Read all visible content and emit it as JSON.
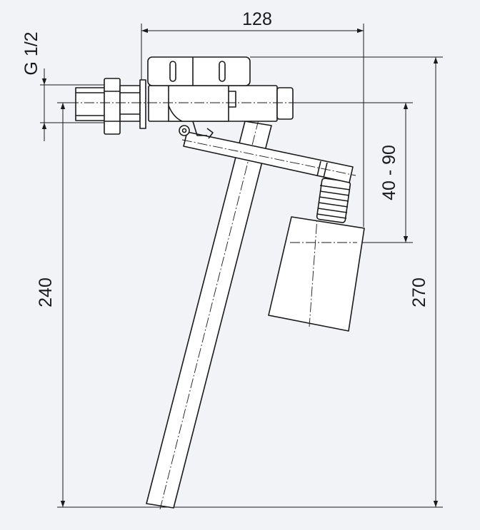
{
  "dimensions": {
    "width_top": "128",
    "thread": "G 1/2",
    "adjust_range": "40 - 90",
    "height_left": "240",
    "height_right": "270"
  }
}
